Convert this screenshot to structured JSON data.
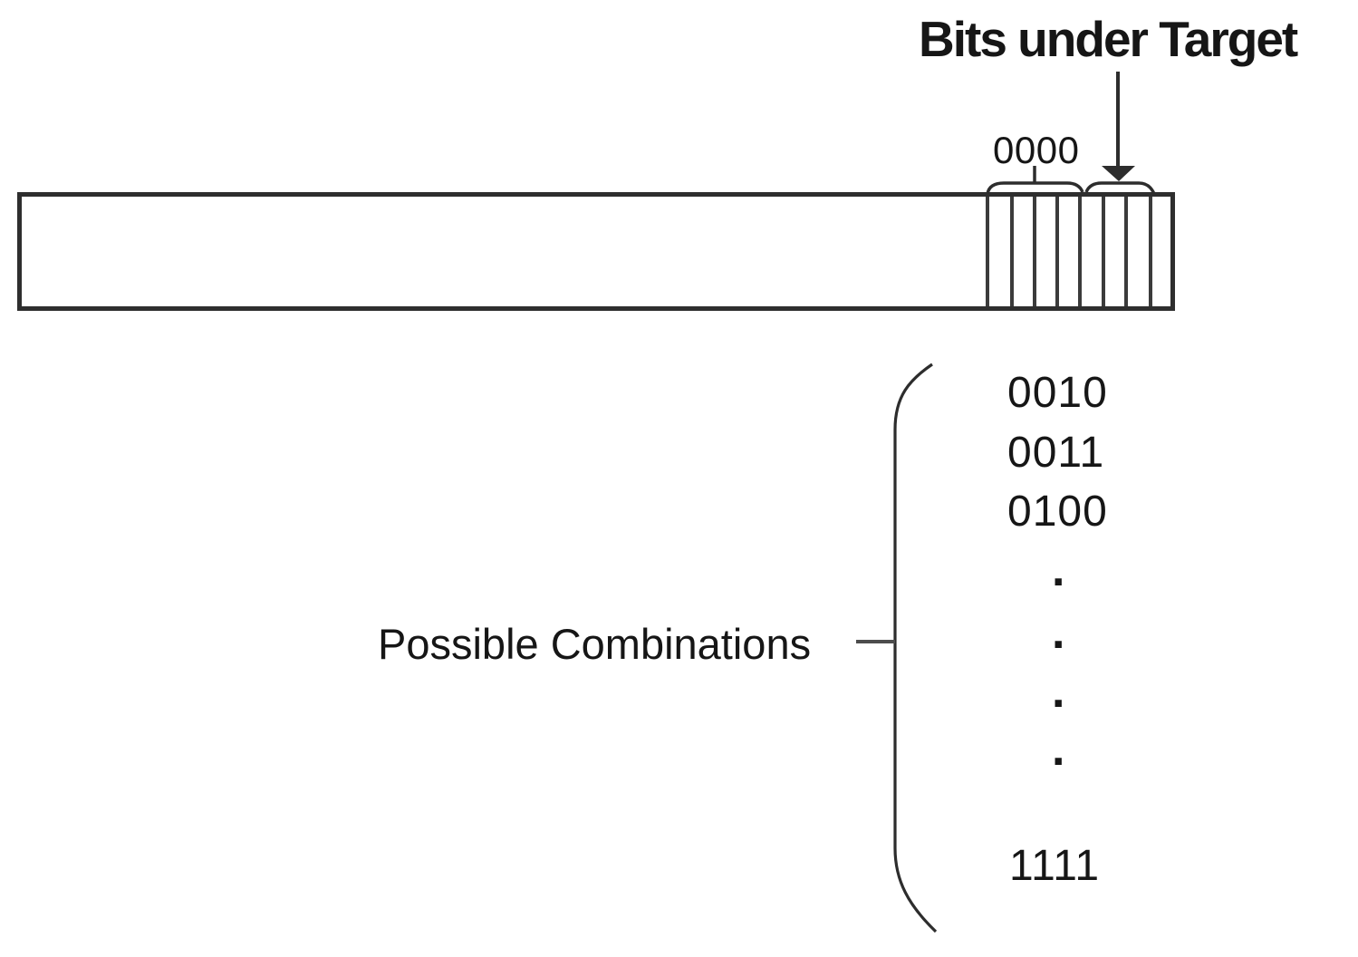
{
  "colors": {
    "background": "#ffffff",
    "ink": "#161616",
    "line": "#2d2d2d",
    "hatch": "#3b3b3b",
    "connector": "#4d4d4d"
  },
  "pointer": {
    "title": "Bits under Target"
  },
  "bit_field": {
    "group_label": "0000",
    "hatch_cell_count": 8
  },
  "combinations": {
    "label": "Possible Combinations",
    "items": [
      "0010",
      "0011",
      "0100"
    ],
    "ellipsis": [
      ".",
      ".",
      ".",
      "."
    ],
    "final_item": "1111"
  }
}
